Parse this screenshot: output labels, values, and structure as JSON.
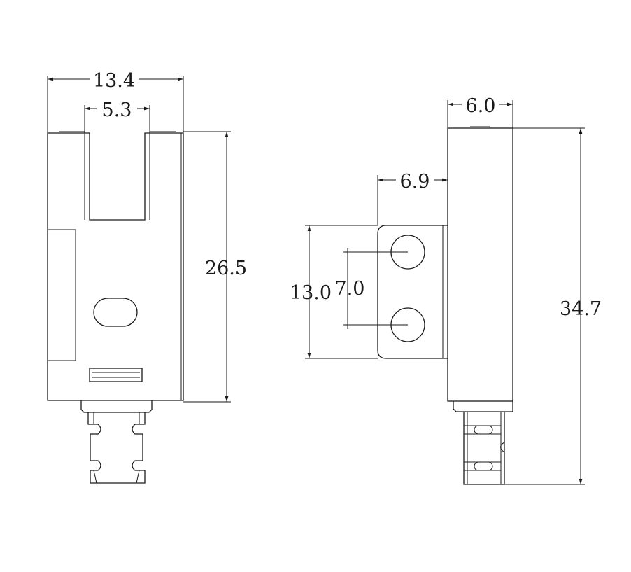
{
  "dimensions": {
    "front_width": "13.4",
    "front_slot_width": "5.3",
    "front_height": "26.5",
    "side_width": "6.0",
    "side_bracket_offset": "6.9",
    "side_bracket_height": "13.0",
    "side_hole_pitch": "7.0",
    "side_total_height": "34.7"
  }
}
